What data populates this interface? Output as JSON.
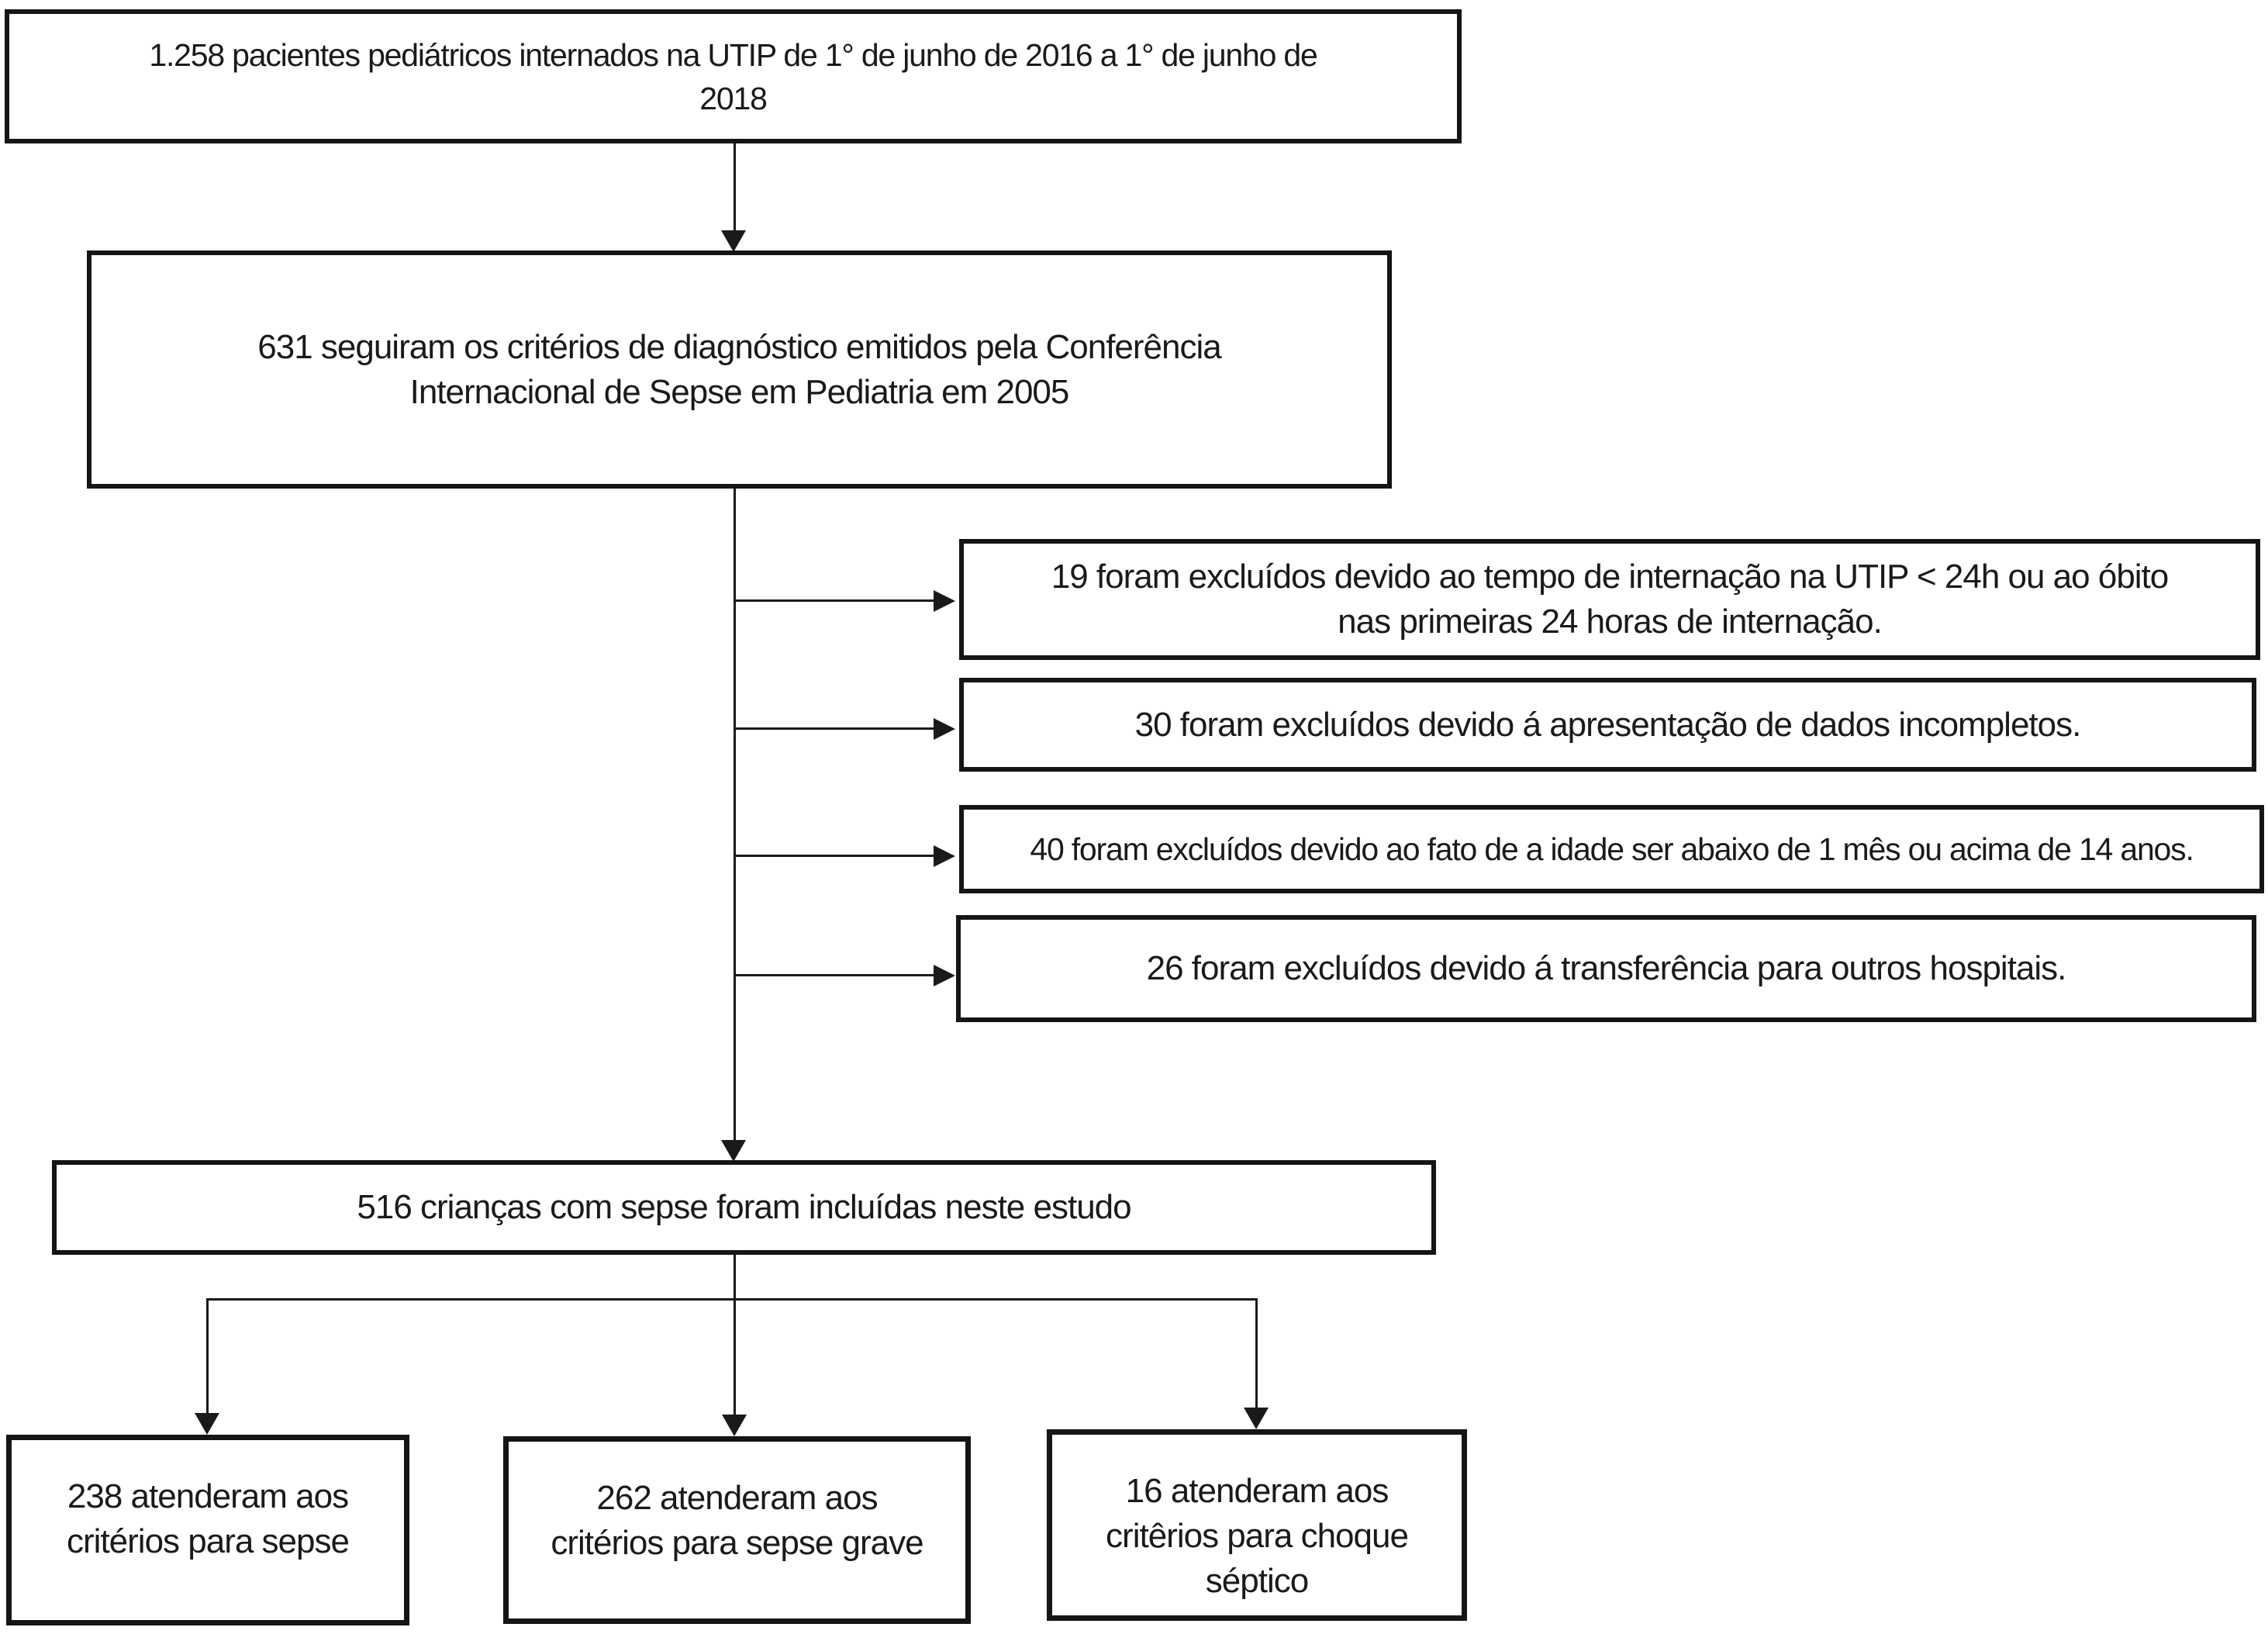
{
  "flowchart": {
    "colors": {
      "border": "#151515",
      "text": "#1a1a1a",
      "background": "#ffffff",
      "connector": "#1a1a1a"
    },
    "top_box": {
      "line1": "1.258 pacientes pediátricos internados na UTIP de 1° de junho de 2016 a 1° de junho de",
      "line2": "2018"
    },
    "criteria_box": {
      "line1": "631 seguiram os critérios de diagnóstico emitidos pela Conferência",
      "line2": "Internacional de Sepse em Pediatria em 2005"
    },
    "exclusion_boxes": [
      {
        "line1": "19 foram excluídos devido ao tempo de internação na UTIP < 24h ou ao óbito",
        "line2": "nas primeiras 24 horas de internação."
      },
      {
        "line1": "30 foram excluídos devido á apresentação de dados incompletos."
      },
      {
        "line1": "40 foram excluídos devido ao fato de a idade ser abaixo de 1 mês ou acima de 14  anos."
      },
      {
        "line1": "26 foram excluídos devido á transferência para outros hospitais."
      }
    ],
    "included_box": {
      "line1": "516 crianças com sepse foram incluídas neste estudo"
    },
    "outcome_boxes": [
      {
        "line1": "238 atenderam aos",
        "line2": "critérios para sepse"
      },
      {
        "line1": "262 atenderam aos",
        "line2": "critérios para sepse grave"
      },
      {
        "line1": "16 atenderam aos",
        "line2": "critêrios para choque",
        "line3": "séptico"
      }
    ]
  }
}
